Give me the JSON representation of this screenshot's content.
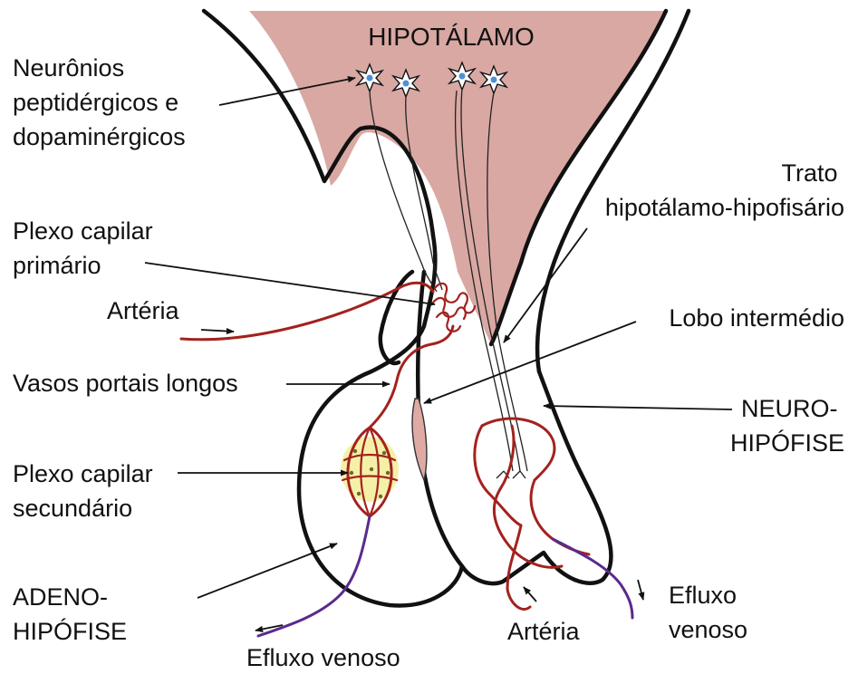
{
  "labels": {
    "hypothalamus": "HIPOTÁLAMO",
    "neurons": [
      "Neurônios",
      "peptidérgicos e",
      "dopaminérgicos"
    ],
    "tract": [
      "Trato",
      "hipotálamo-hipofisário"
    ],
    "primary_plexus": [
      "Plexo capilar",
      "primário"
    ],
    "artery_left": "Artéria",
    "intermediate_lobe": "Lobo intermédio",
    "long_portal_vessels": "Vasos portais longos",
    "neurohypophysis": [
      "NEURO-",
      "HIPÓFISE"
    ],
    "secondary_plexus": [
      "Plexo capilar",
      "secundário"
    ],
    "adenohypophysis": [
      "ADENO-",
      "HIPÓFISE"
    ],
    "venous_efflux_left": "Efluxo venoso",
    "artery_right": "Artéria",
    "venous_efflux_right": [
      "Efluxo",
      "venoso"
    ]
  },
  "colors": {
    "hypothalamus_fill": "#d9a8a3",
    "vessel_red": "#a3221e",
    "vein_purple": "#5a2a8c",
    "plexus_fill": "#f5f0a8",
    "neuron_center": "#4f8fd6",
    "intermediate_lobe_fill": "#e0aaa4"
  }
}
